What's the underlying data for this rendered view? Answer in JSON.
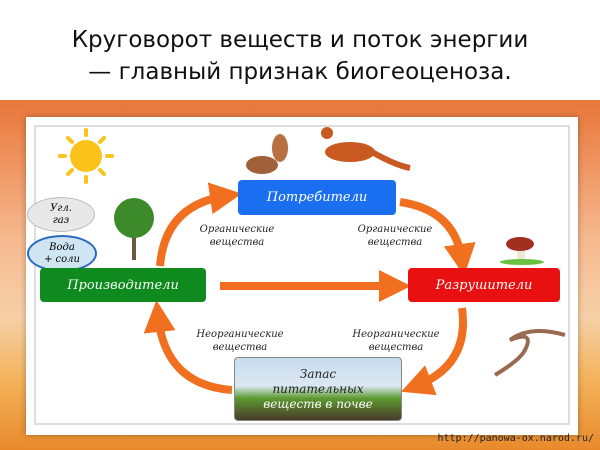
{
  "slide": {
    "title_line1": "Круговорот веществ и поток энергии",
    "title_line2": "— главный признак биогеоценоза.",
    "url": "http://panowa-ox.narod.ru/"
  },
  "diagram": {
    "consumers": "Потребители",
    "producers": "Производители",
    "decomposers": "Разрушители",
    "soil_line1": "Запас",
    "soil_line2": "питательных",
    "soil_line3": "веществ в почве",
    "organic_left": "Органические вещества",
    "organic_right": "Органические вещества",
    "inorganic_left": "Неорганические вещества",
    "inorganic_right": "Неорганические вещества",
    "gas_line1": "Угл.",
    "gas_line2": "газ",
    "water_line1": "Вода",
    "water_line2": "+ соли"
  },
  "colors": {
    "consumers": "#1a6ff0",
    "producers": "#0f8a1e",
    "decomposers": "#e81010",
    "arrow": "#f07020"
  }
}
